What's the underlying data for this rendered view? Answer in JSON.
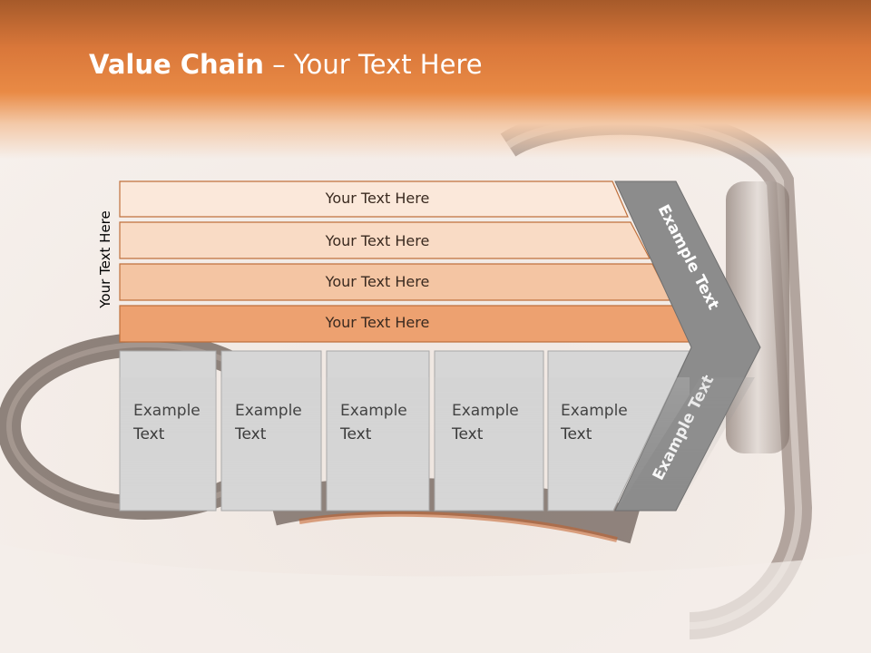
{
  "slide": {
    "title_bold": "Value Chain",
    "title_rest": " – Your Text Here",
    "side_label": "Your Text Here"
  },
  "bars": [
    {
      "label": "Your Text Here",
      "color": "#fbe8da"
    },
    {
      "label": "Your Text Here",
      "color": "#f9dbc5"
    },
    {
      "label": "Your Text Here",
      "color": "#f4c5a3"
    },
    {
      "label": "Your Text Here",
      "color": "#eda170"
    }
  ],
  "cells": [
    {
      "line1": "Example",
      "line2": "Text"
    },
    {
      "line1": "Example",
      "line2": "Text"
    },
    {
      "line1": "Example",
      "line2": "Text"
    },
    {
      "line1": "Example",
      "line2": "Text"
    },
    {
      "line1": "Example",
      "line2": "Text"
    }
  ],
  "arrow": {
    "upper_label": "Example Text",
    "lower_label": "Example Text",
    "color": "#8c8c8c"
  },
  "colors": {
    "header_orange": "#e98a45",
    "cell_fill": "#d6d6d6",
    "bar_stroke": "#c0713d"
  }
}
